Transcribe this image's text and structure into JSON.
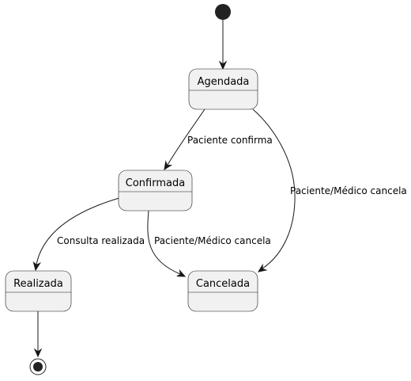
{
  "states": {
    "agendada": "Agendada",
    "confirmada": "Confirmada",
    "realizada": "Realizada",
    "cancelada": "Cancelada"
  },
  "transitions": {
    "agendada_to_confirmada": "Paciente confirma",
    "agendada_to_cancelada": "Paciente/Médico cancela",
    "confirmada_to_realizada": "Consulta realizada",
    "confirmada_to_cancelada": "Paciente/Médico cancela"
  },
  "colors": {
    "state_fill": "#f1f1f1",
    "line": "#181818",
    "marker": "#222222"
  }
}
